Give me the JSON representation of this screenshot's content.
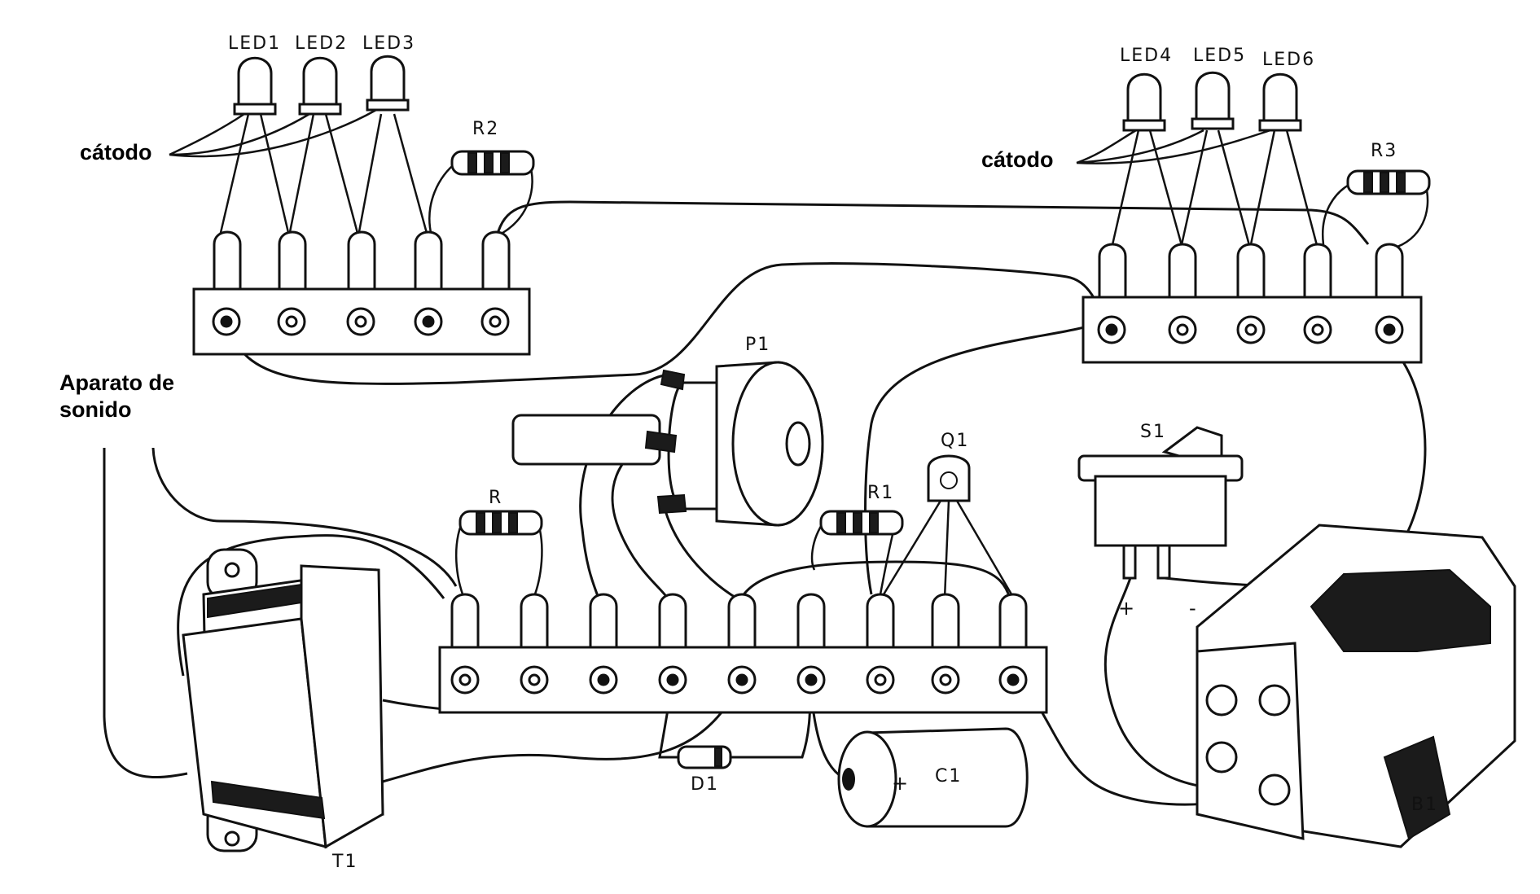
{
  "labels": {
    "led1": "LED1",
    "led2": "LED2",
    "led3": "LED3",
    "led4": "LED4",
    "led5": "LED5",
    "led6": "LED6",
    "cathode_left": "cátodo",
    "cathode_right": "cátodo",
    "r2": "R2",
    "r3": "R3",
    "p1": "P1",
    "q1": "Q1",
    "s1": "S1",
    "r": "R",
    "r1": "R1",
    "d1": "D1",
    "c1": "C1",
    "c1_plus": "+",
    "t1": "T1",
    "b1": "B1",
    "battery_plus": "+",
    "battery_minus": "-",
    "sound_device_line1": "Aparato de",
    "sound_device_line2": "sonido"
  }
}
